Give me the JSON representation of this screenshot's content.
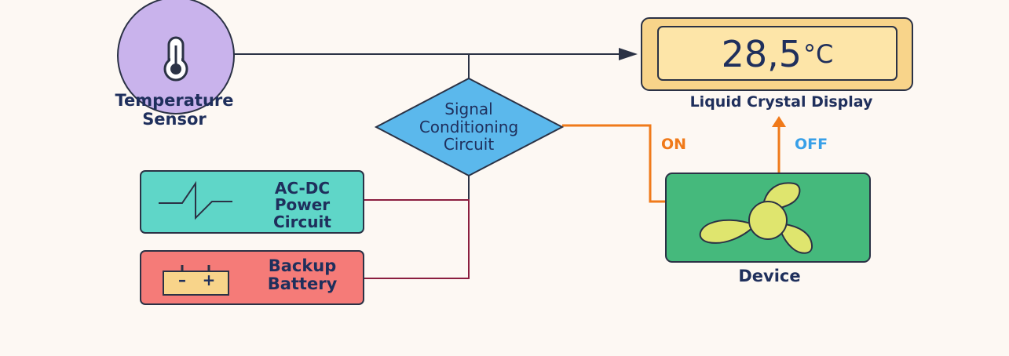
{
  "nodes": {
    "temperature_sensor": {
      "line1": "Temperature",
      "line2": "Sensor"
    },
    "signal_conditioning": {
      "line1": "Signal",
      "line2": "Conditioning",
      "line3": "Circuit"
    },
    "lcd": {
      "reading": "28,5",
      "unit": "°C",
      "label": "Liquid Crystal Display"
    },
    "acdc": {
      "line1": "AC-DC",
      "line2": "Power",
      "line3": "Circuit"
    },
    "battery": {
      "line1": "Backup",
      "line2": "Battery",
      "minus": "–",
      "plus": "+"
    },
    "device": {
      "label": "Device"
    }
  },
  "edges": {
    "on_label": "ON",
    "off_label": "OFF"
  },
  "colors": {
    "background": "#fdf8f3",
    "text": "#1f2f5c",
    "line_dark": "#2b3245",
    "line_power": "#8b1e3f",
    "on_color": "#f07a1a",
    "off_color": "#38a0e8",
    "sensor_fill": "#c9b3ec",
    "diamond_fill": "#5bb8ec",
    "lcd_fill": "#f8d48a",
    "acdc_fill": "#5fd6c8",
    "battery_fill": "#f57b78",
    "device_fill": "#45b97c",
    "fan_fill": "#dfe56e"
  },
  "icons": {
    "sensor": "thermometer-icon",
    "acdc": "ac-dc-waveform-icon",
    "battery": "battery-icon",
    "device": "fan-icon"
  }
}
